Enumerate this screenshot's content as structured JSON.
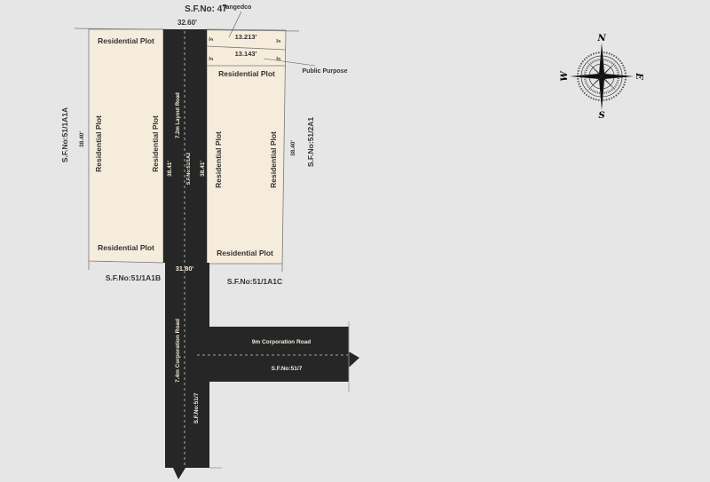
{
  "colors": {
    "background": "#e6e6e6",
    "plot": "#f6ecdc",
    "road": "#262626",
    "road_text": "#f2ead8",
    "line": "#555555"
  },
  "top": {
    "survey_no": "S.F.No: 47",
    "width": "32.60'"
  },
  "tangedco": {
    "label": "Tangedco",
    "length": "13.213'",
    "side_left": "3'",
    "side_right": "3'"
  },
  "public_purpose": {
    "label": "Public Purpose",
    "length": "13.143'",
    "side_left": "3'",
    "side_right": "3'"
  },
  "left_block": {
    "plot_top": "Residential Plot",
    "plot_bottom": "Residential Plot",
    "plot_vertical_left": "Residential Plot",
    "plot_vertical_right": "Residential Plot",
    "adjacent_survey": "S.F.No:51/1A1A",
    "height": "38.40'",
    "below_survey": "S.F.No:51/1A1B"
  },
  "right_block": {
    "plot_top": "Residential Plot",
    "plot_bottom": "Residential Plot",
    "plot_vertical_left": "Residential Plot",
    "plot_vertical_right": "Residential Plot",
    "adjacent_survey": "S.F.No:51/2A1",
    "height": "38.40'",
    "below_survey": "S.F.No:51/1A1C"
  },
  "layout_road": {
    "name": "7.2m Layout Road",
    "survey_no": "S.F.No:51/1A2",
    "left_length": "38.41'",
    "right_length": "38.41'",
    "bottom_width": "31.80'"
  },
  "vertical_corp_road": {
    "name": "7.4m Corporation Road",
    "survey_no": "S.F.No:51/7"
  },
  "horizontal_corp_road": {
    "name": "9m Corporation Road",
    "survey_no": "S.F.No:51/7"
  },
  "compass": {
    "icon": "compass-rose-icon",
    "north": "N",
    "south": "S",
    "east": "E",
    "west": "W"
  }
}
